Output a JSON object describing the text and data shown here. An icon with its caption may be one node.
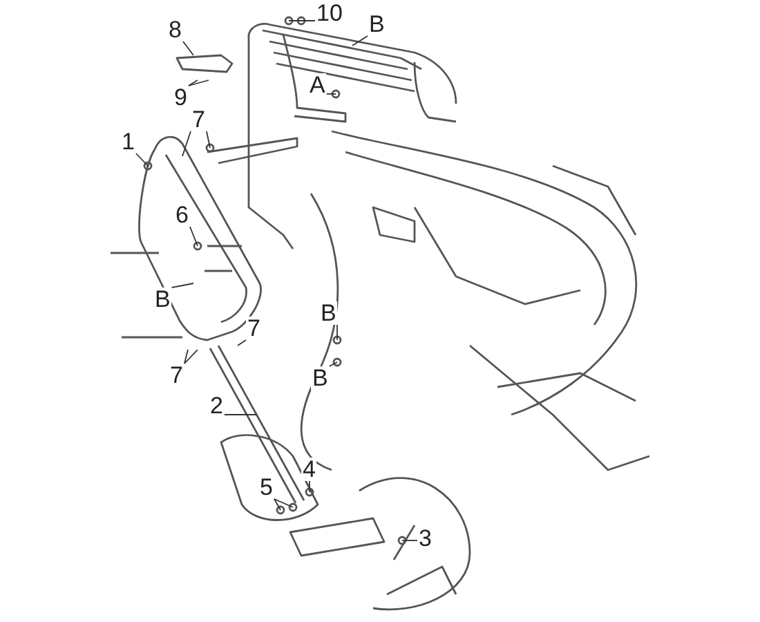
{
  "diagram": {
    "nodes": [
      {
        "text": [
          "10"
        ]
      },
      {
        "text": [
          "B"
        ]
      },
      {
        "text": [
          "8"
        ]
      },
      {
        "text": [
          "9"
        ]
      },
      {
        "text": [
          "A"
        ]
      },
      {
        "text": [
          "1"
        ]
      },
      {
        "text": [
          "7"
        ]
      },
      {
        "text": [
          "6"
        ]
      },
      {
        "text": [
          "B"
        ]
      },
      {
        "text": [
          "B"
        ]
      },
      {
        "text": [
          "7"
        ]
      },
      {
        "text": [
          "7"
        ]
      },
      {
        "text": [
          "B"
        ]
      },
      {
        "text": [
          "2"
        ]
      },
      {
        "text": [
          "4"
        ]
      },
      {
        "text": [
          "5"
        ]
      },
      {
        "text": [
          "3"
        ]
      }
    ],
    "edges": [
      {
        "from": 0,
        "to": null,
        "arrow": "none"
      },
      {
        "from": 0,
        "to": null,
        "arrow": "none"
      },
      {
        "from": 1,
        "to": null,
        "arrow": "none"
      },
      {
        "from": 2,
        "to": null,
        "arrow": "none"
      },
      {
        "from": 3,
        "to": null,
        "arrow": "none"
      },
      {
        "from": 3,
        "to": null,
        "arrow": "none"
      },
      {
        "from": 4,
        "to": null,
        "arrow": "none"
      },
      {
        "from": 5,
        "to": null,
        "arrow": "none"
      },
      {
        "from": 6,
        "to": null,
        "arrow": "none"
      },
      {
        "from": 6,
        "to": null,
        "arrow": "none"
      },
      {
        "from": 7,
        "to": null,
        "arrow": "none"
      },
      {
        "from": 8,
        "to": null,
        "arrow": "none"
      },
      {
        "from": 9,
        "to": null,
        "arrow": "none"
      },
      {
        "from": 10,
        "to": null,
        "arrow": "none"
      },
      {
        "from": 11,
        "to": null,
        "arrow": "none"
      },
      {
        "from": 11,
        "to": null,
        "arrow": "none"
      },
      {
        "from": 12,
        "to": null,
        "arrow": "none"
      },
      {
        "from": 13,
        "to": null,
        "arrow": "none"
      },
      {
        "from": 14,
        "to": null,
        "arrow": "none"
      },
      {
        "from": 15,
        "to": null,
        "arrow": "none"
      },
      {
        "from": 15,
        "to": null,
        "arrow": "none"
      },
      {
        "from": 16,
        "to": null,
        "arrow": "none"
      }
    ]
  }
}
